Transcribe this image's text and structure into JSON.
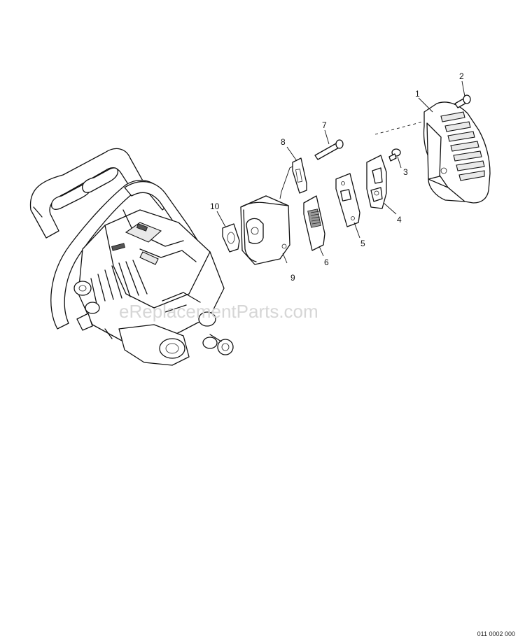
{
  "diagram": {
    "callouts": [
      {
        "id": "1",
        "label": "1"
      },
      {
        "id": "2",
        "label": "2"
      },
      {
        "id": "3",
        "label": "3"
      },
      {
        "id": "4",
        "label": "4"
      },
      {
        "id": "5",
        "label": "5"
      },
      {
        "id": "6",
        "label": "6"
      },
      {
        "id": "7",
        "label": "7"
      },
      {
        "id": "8",
        "label": "8"
      },
      {
        "id": "9",
        "label": "9"
      },
      {
        "id": "10",
        "label": "10"
      }
    ],
    "watermark": "eReplacementParts.com",
    "drawing_code": "011 0002 000"
  }
}
